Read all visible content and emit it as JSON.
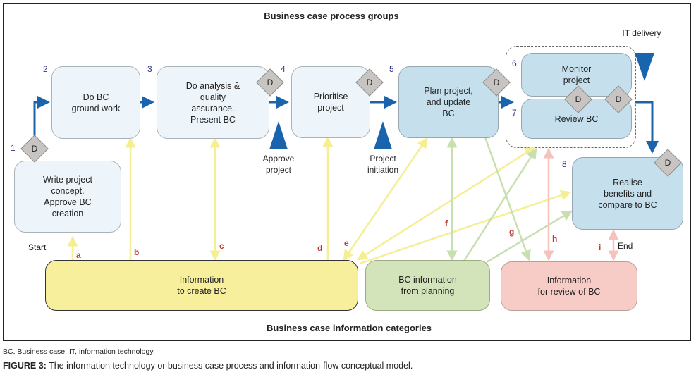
{
  "diagram": {
    "top_title": "Business case process groups",
    "bottom_title": "Business case information categories",
    "process_steps": [
      {
        "num": "1",
        "text": "Write project\nconcept.\nApprove BC\ncreation"
      },
      {
        "num": "2",
        "text": "Do BC\nground work"
      },
      {
        "num": "3",
        "text": "Do analysis &\nquality\nassurance.\nPresent BC"
      },
      {
        "num": "4",
        "text": "Prioritise\nproject"
      },
      {
        "num": "5",
        "text": "Plan project,\nand update\nBC"
      },
      {
        "num": "6",
        "text": "Monitor\nproject"
      },
      {
        "num": "7",
        "text": "Review BC"
      },
      {
        "num": "8",
        "text": "Realise\nbenefits and\ncompare to BC"
      }
    ],
    "decision_label": "D",
    "milestones": {
      "approve_project": "Approve\nproject",
      "project_initiation": "Project\ninitiation",
      "it_delivery": "IT delivery"
    },
    "start_label": "Start",
    "end_label": "End",
    "info_categories": [
      {
        "text": "Information\nto create BC"
      },
      {
        "text": "BC information\nfrom planning"
      },
      {
        "text": "Information\nfor review of BC"
      }
    ],
    "flow_letters": [
      "a",
      "b",
      "c",
      "d",
      "e",
      "f",
      "g",
      "h",
      "i"
    ],
    "colors": {
      "process_arrow": "#1a64ad",
      "yellow_flow": "#f5ee93",
      "green_flow": "#c8dfb0",
      "pink_flow": "#f6c3bc",
      "letter": "#c0392b"
    }
  },
  "footnote": "BC, Business case; IT, information technology.",
  "caption": {
    "label": "FIGURE 3:",
    "text": " The information technology or business case process and information-flow conceptual model."
  }
}
